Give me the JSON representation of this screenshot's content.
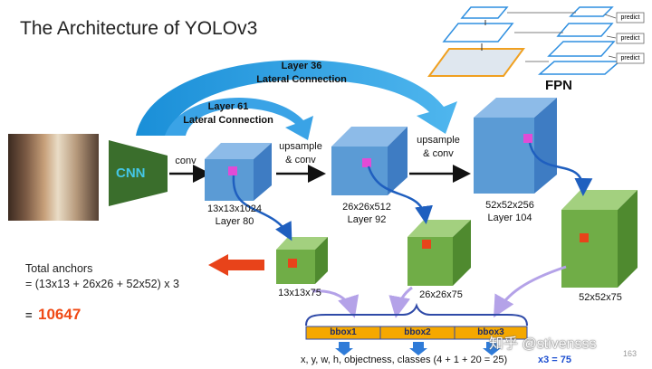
{
  "title": "The Architecture of YOLOv3",
  "cnn_label": "CNN",
  "fpn": {
    "label": "FPN",
    "predict_labels": [
      "predict",
      "predict",
      "predict"
    ]
  },
  "connections": {
    "layer36": [
      "Layer 36",
      "Lateral Connection"
    ],
    "layer61": [
      "Layer 61",
      "Lateral Connection"
    ]
  },
  "ops": {
    "conv": "conv",
    "upsample1": [
      "upsample",
      "& conv"
    ],
    "upsample2": [
      "upsample",
      "& conv"
    ]
  },
  "blocks": [
    {
      "size": "13x13x1024",
      "layer": "Layer 80",
      "output": "13x13x75"
    },
    {
      "size": "26x26x512",
      "layer": "Layer 92",
      "output": "26x26x75"
    },
    {
      "size": "52x52x256",
      "layer": "Layer 104",
      "output": "52x52x75"
    }
  ],
  "anchors": {
    "line1": "Total anchors",
    "line2": "= (13x13 + 26x26 + 52x52) x 3",
    "eq": "=",
    "result": "10647"
  },
  "bbox_labels": [
    "bbox1",
    "bbox2",
    "bbox3"
  ],
  "footer": {
    "formula": "x, y, w, h, objectness, classes (4 + 1 + 20 = 25)",
    "multiplier": "x3 = 75"
  },
  "watermark": "知乎 @stivensss",
  "page_number": "163",
  "colors": {
    "blue_block": "#5b9bd5",
    "green_block": "#70ad47",
    "arrow_blue": "#1f5fbf",
    "accent_red": "#e8431a",
    "cnn_green": "#3a6e2c",
    "cnn_text": "#44c7e6",
    "bbox_fill": "#f5a800",
    "lavender": "#b4a2e8"
  }
}
